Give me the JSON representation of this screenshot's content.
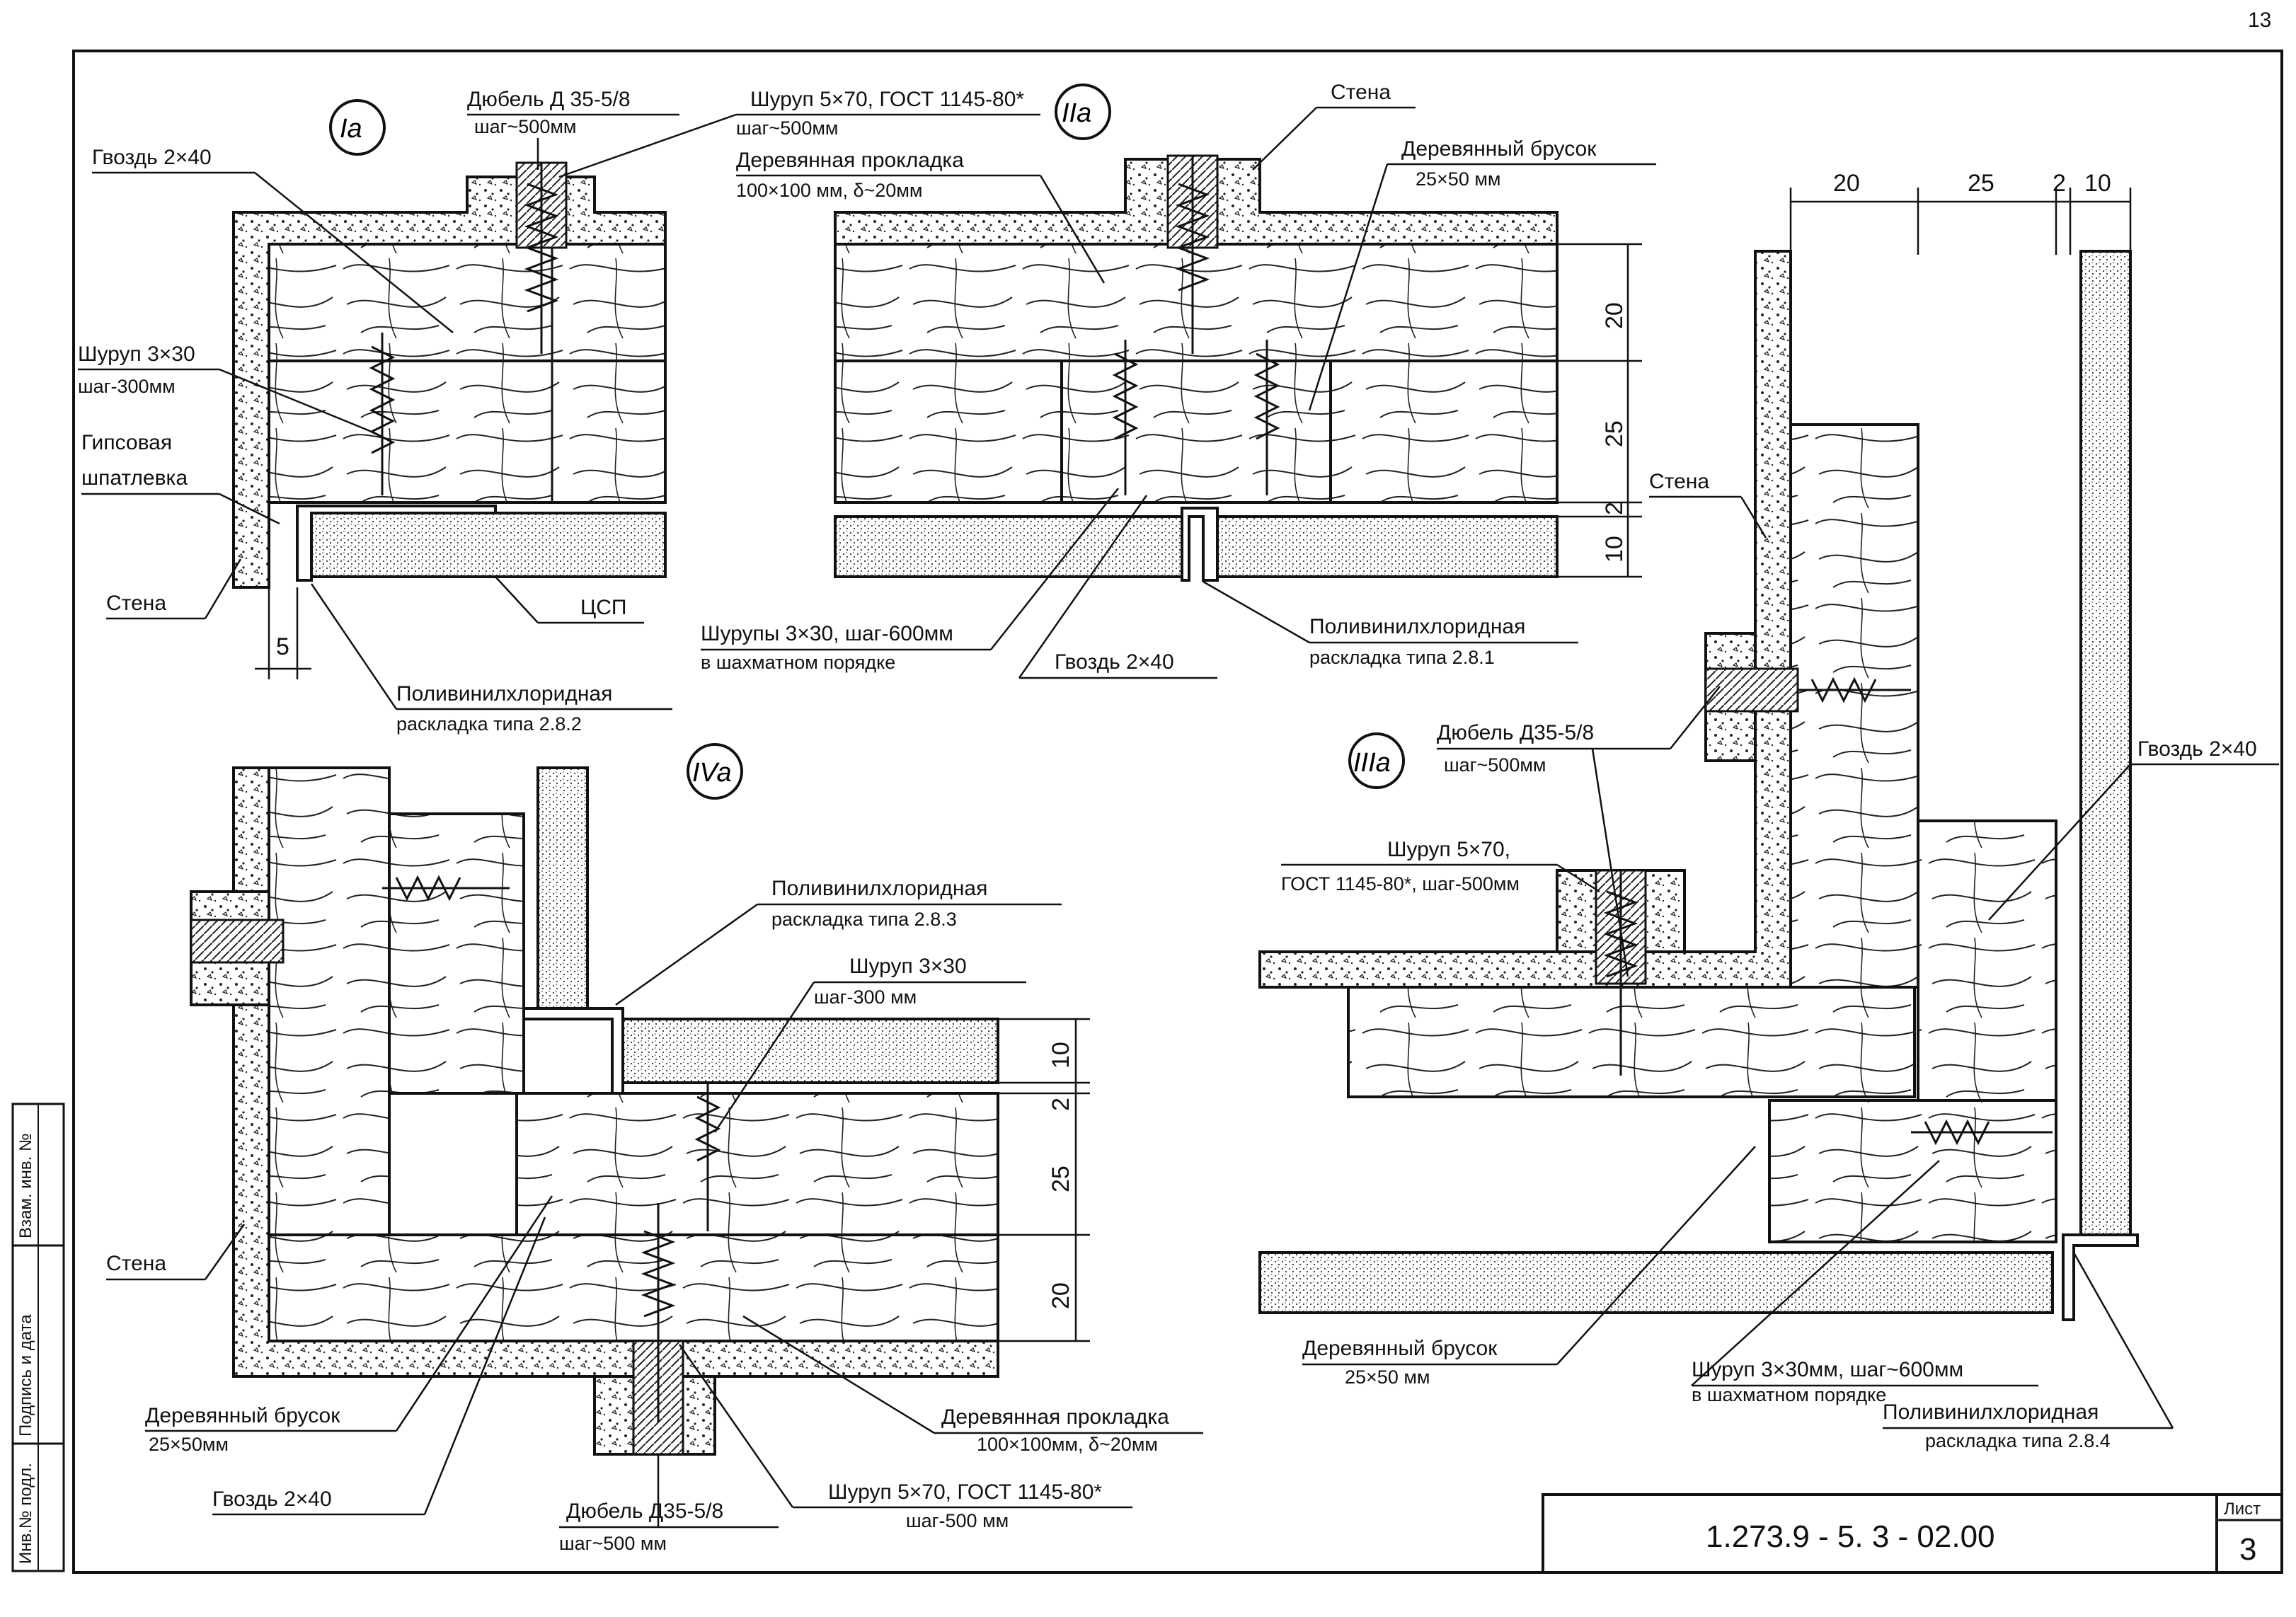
{
  "page_number": "13",
  "details": {
    "Ia": {
      "marker": "Ia",
      "dowel_label": "Дюбель Д 35-5/8",
      "dowel_step": "шаг~500мм",
      "screw_label": "Шуруп 5×70, ГОСТ 1145-80*",
      "screw_step": "шаг~500мм",
      "nail_label": "Гвоздь 2×40",
      "screw_small_label": "Шуруп 3×30",
      "screw_small_step": "шаг-300мм",
      "gypsum_label_1": "Гипсовая",
      "gypsum_label_2": "шпатлевка",
      "wall_label": "Стена",
      "board_label": "ЦСП",
      "dim_5": "5",
      "pvc_label_1": "Поливинилхлоридная",
      "pvc_label_2": "раскладка типа 2.8.2"
    },
    "IIa": {
      "marker": "IIa",
      "pad_label_1": "Деревянная прокладка",
      "pad_label_2": "100×100 мм, δ~20мм",
      "wall_label": "Стена",
      "bar_label_1": "Деревянный брусок",
      "bar_label_2": "25×50 мм",
      "dim_20": "20",
      "dim_25": "25",
      "dim_2": "2",
      "dim_10": "10",
      "screws_label_1": "Шурупы 3×30, шаг-600мм",
      "screws_label_2": "в шахматном порядке",
      "nail_label": "Гвоздь 2×40",
      "pvc_label_1": "Поливинилхлоридная",
      "pvc_label_2": "раскладка типа 2.8.1"
    },
    "IIIa": {
      "marker": "IIIa",
      "dim_top_20": "20",
      "dim_top_25": "25",
      "dim_top_2": "2",
      "dim_top_10": "10",
      "wall_label": "Стена",
      "dowel_label": "Дюбель Д35-5/8",
      "dowel_step": "шаг~500мм",
      "nail_label": "Гвоздь 2×40",
      "screw_label_1": "Шуруп 5×70,",
      "screw_label_2": "ГОСТ 1145-80*, шаг-500мм",
      "bar_label_1": "Деревянный брусок",
      "bar_label_2": "25×50 мм",
      "screws_label_1": "Шуруп 3×30мм, шаг~600мм",
      "screws_label_2": "в шахматном порядке",
      "pvc_label_1": "Поливинилхлоридная",
      "pvc_label_2": "раскладка типа 2.8.4"
    },
    "IVa": {
      "marker": "IVa",
      "pvc_label_1": "Поливинилхлоридная",
      "pvc_label_2": "раскладка типа 2.8.3",
      "screw_small_label": "Шуруп 3×30",
      "screw_small_step": "шаг-300 мм",
      "dim_10": "10",
      "dim_2": "2",
      "dim_25": "25",
      "dim_20": "20",
      "wall_label": "Стена",
      "bar_label_1": "Деревянный брусок",
      "bar_label_2": "25×50мм",
      "nail_label": "Гвоздь 2×40",
      "pad_label_1": "Деревянная прокладка",
      "pad_label_2": "100×100мм, δ~20мм",
      "screw_label": "Шуруп 5×70, ГОСТ 1145-80*",
      "screw_step": "шаг-500 мм",
      "dowel_label": "Дюбель Д35-5/8",
      "dowel_step": "шаг~500 мм"
    }
  },
  "side_stamp": {
    "inv_orig": "Инв.№ подл.",
    "sign_date": "Подпись и дата",
    "inv_repl": "Взам. инв. №"
  },
  "title_block": {
    "doc_code": "1.273.9 - 5. 3 - 02.00",
    "sheet_label": "Лист",
    "sheet_number": "3"
  }
}
